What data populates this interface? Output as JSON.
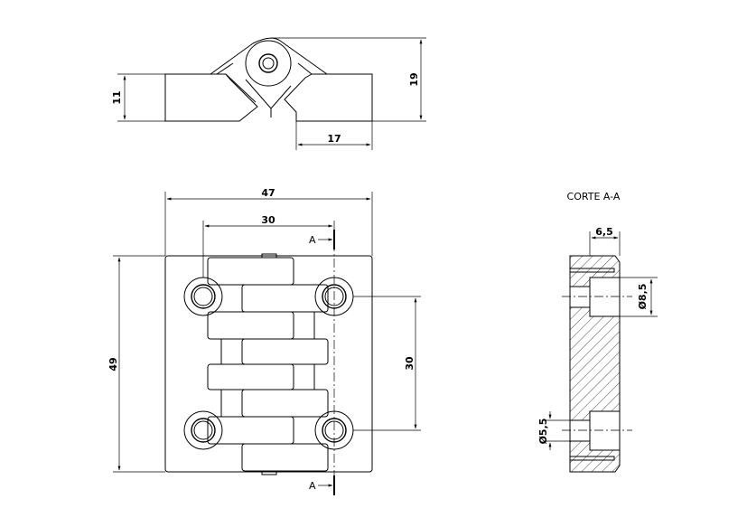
{
  "drawing": {
    "section_title": "CORTE A-A",
    "section_mark_top": "A",
    "section_mark_bottom": "A"
  },
  "dimensions": {
    "side_height": "11",
    "side_total": "19",
    "side_leaf": "17",
    "front_width": "47",
    "front_holes_x": "30",
    "front_height": "49",
    "front_holes_y": "30",
    "section_depth": "6,5",
    "section_counterbore": "Ø8,5",
    "section_hole": "Ø5,5"
  },
  "colors": {
    "line": "#000000",
    "background": "#ffffff"
  }
}
